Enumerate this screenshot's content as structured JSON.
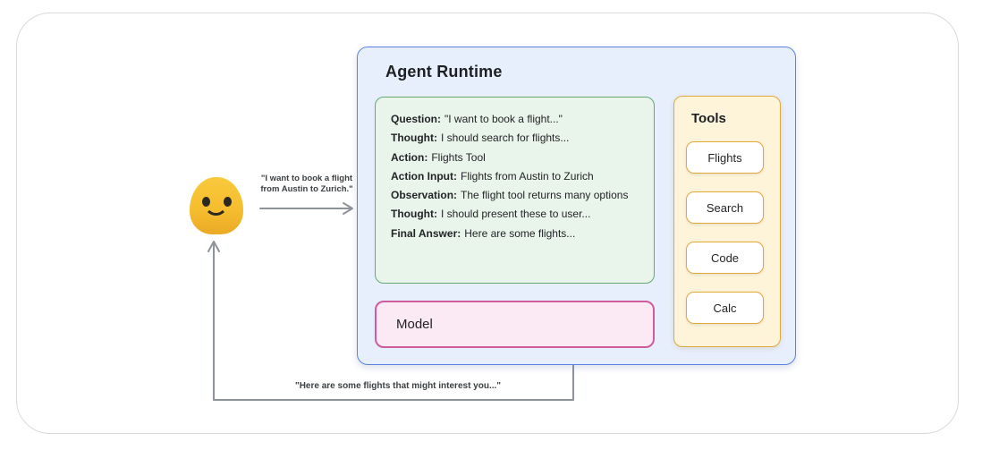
{
  "diagram": {
    "agent_runtime": {
      "title": "Agent Runtime",
      "trace": {
        "lines": [
          {
            "label": "Question:",
            "text": "\"I want to book a flight...\""
          },
          {
            "label": "Thought:",
            "text": "I should search for flights..."
          },
          {
            "label": "Action:",
            "text": "Flights Tool"
          },
          {
            "label": "Action Input:",
            "text": "Flights from Austin to Zurich"
          },
          {
            "label": "Observation:",
            "text": "The flight tool returns many options"
          },
          {
            "label": "Thought:",
            "text": "I should present these to user..."
          },
          {
            "label": "Final Answer:",
            "text": "Here are some flights..."
          }
        ]
      },
      "model": {
        "label": "Model"
      },
      "tools": {
        "title": "Tools",
        "buttons": [
          {
            "label": "Flights"
          },
          {
            "label": "Search"
          },
          {
            "label": "Code"
          },
          {
            "label": "Calc"
          }
        ]
      }
    },
    "user": {
      "icon": "blob-smiley-emoji",
      "request": {
        "line1": "\"I want to book a flight",
        "line2": "from Austin to Zurich.\""
      },
      "response": "\"Here are some flights that might interest you...\""
    },
    "colors": {
      "runtime_fill": "#e8effc",
      "runtime_border": "#5b83e2",
      "trace_fill": "#e9f4ea",
      "trace_border": "#62a873",
      "model_fill": "#fbe9f3",
      "model_border": "#cf5d9e",
      "tools_fill": "#fdf4da",
      "tools_border": "#e0a83f",
      "arrow_gray": "#8e9399",
      "emoji_yellow": "#f5bd2e",
      "card_border": "#d9d9d9"
    }
  }
}
